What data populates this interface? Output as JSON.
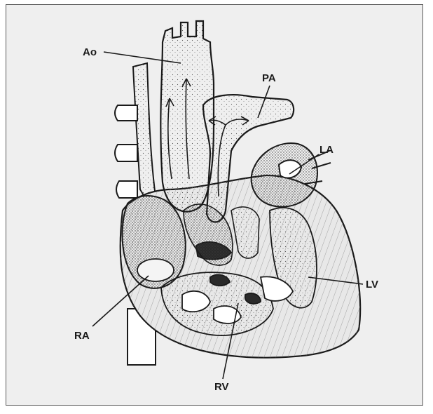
{
  "figure": {
    "labels": {
      "ao": "Ao",
      "pa": "PA",
      "la": "LA",
      "lv": "LV",
      "ra": "RA",
      "rv": "RV"
    },
    "colors": {
      "background": "#efefef",
      "ink": "#1a1a1a",
      "frame": "#5a5a5a"
    }
  }
}
